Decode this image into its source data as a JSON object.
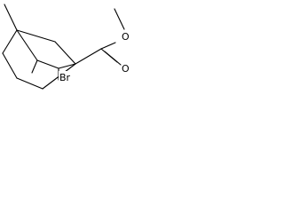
{
  "molecule": {
    "atom_labels": {
      "bromine": "Br",
      "ester_oxygen": "O",
      "carbonyl_oxygen": "O"
    }
  }
}
